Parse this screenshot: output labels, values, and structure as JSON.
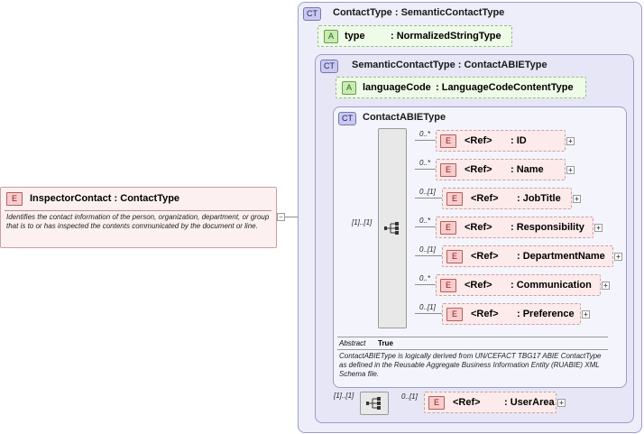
{
  "root": {
    "badge": "E",
    "name": "InspectorContact",
    "type": ": ContactType",
    "documentation": "Identifies the contact information of the person, organization, department, or group that is to or has inspected the contents communicated by the document or line.",
    "collapse_symbol": "−"
  },
  "contact_type": {
    "badge": "CT",
    "title": "ContactType : SemanticContactType"
  },
  "attr_type": {
    "badge": "A",
    "name": "type",
    "type": ": NormalizedStringType"
  },
  "semantic_type": {
    "badge": "CT",
    "title": "SemanticContactType : ContactABIEType"
  },
  "attr_language": {
    "badge": "A",
    "name": "languageCode",
    "type": ": LanguageCodeContentType"
  },
  "abie_type": {
    "badge": "CT",
    "title": "ContactABIEType",
    "abstract_label": "Abstract",
    "abstract_value": "True",
    "documentation": "ContactABIEType is logically derived from UN/CEFACT TBG17 ABIE ContactType as defined in the Reusable Aggregate Business Information Entity (RUABIE) XML Schema file."
  },
  "sequence_occurs": "[1]..[1]",
  "elements": [
    {
      "occurs": "0..*",
      "badge": "E",
      "ref": "<Ref>",
      "name": ": ID",
      "expand": "+"
    },
    {
      "occurs": "0..*",
      "badge": "E",
      "ref": "<Ref>",
      "name": ": Name",
      "expand": "+"
    },
    {
      "occurs": "0..[1]",
      "badge": "E",
      "ref": "<Ref>",
      "name": ": JobTitle",
      "expand": "+"
    },
    {
      "occurs": "0..*",
      "badge": "E",
      "ref": "<Ref>",
      "name": ": Responsibility",
      "expand": "+"
    },
    {
      "occurs": "0..[1]",
      "badge": "E",
      "ref": "<Ref>",
      "name": ": DepartmentName",
      "expand": "+"
    },
    {
      "occurs": "0..*",
      "badge": "E",
      "ref": "<Ref>",
      "name": ": Communication",
      "expand": "+"
    },
    {
      "occurs": "0..[1]",
      "badge": "E",
      "ref": "<Ref>",
      "name": ": Preference",
      "expand": "+"
    }
  ],
  "outer_sequence_occurs": "[1]..[1]",
  "user_area": {
    "occurs": "0..[1]",
    "badge": "E",
    "ref": "<Ref>",
    "name": ": UserArea",
    "expand": "+"
  }
}
